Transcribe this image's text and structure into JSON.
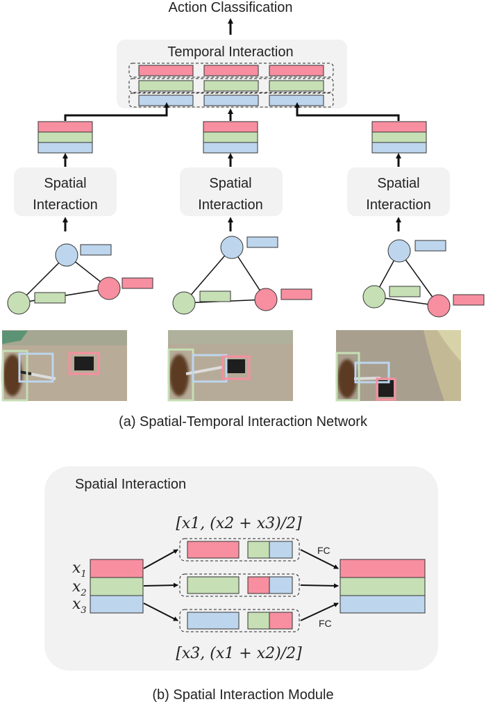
{
  "figure_a": {
    "top_label": "Action Classification",
    "temporal_module": "Temporal Interaction",
    "spatial_module_line1": "Spatial",
    "spatial_module_line2": "Interaction",
    "caption": "(a) Spatial-Temporal Interaction Network"
  },
  "figure_b": {
    "panel_title": "Spatial Interaction",
    "formula_top": "[x1, (x2 + x3)/2]",
    "formula_bottom": "[x3, (x1 + x2)/2]",
    "fc_label": "FC",
    "inputs": [
      {
        "base": "x",
        "sub": "1"
      },
      {
        "base": "x",
        "sub": "2"
      },
      {
        "base": "x",
        "sub": "3"
      }
    ],
    "caption": "(b) Spatial Interaction Module"
  },
  "colors": {
    "red": "#F78FA0",
    "green": "#C6DFB5",
    "blue": "#BDD6EE",
    "panel": "#F2F2F2",
    "stroke": "#222222"
  }
}
